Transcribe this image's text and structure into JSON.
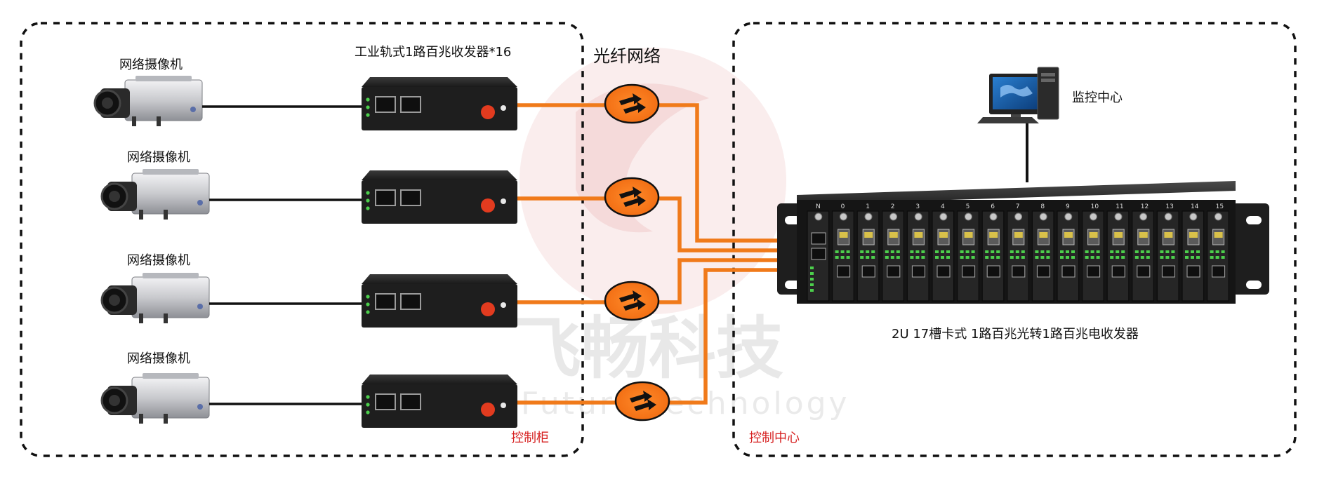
{
  "watermark": {
    "cn": "飞畅科技",
    "en": "Future Technology"
  },
  "zones": {
    "left_label": "控制柜",
    "right_label": "控制中心"
  },
  "labels": {
    "transceiver_group": "工业轨式1路百兆收发器*16",
    "fiber_network": "光纤网络",
    "monitor_center": "监控中心",
    "chassis": "2U 17槽卡式 1路百兆光转1路百兆电收发器"
  },
  "cameras": [
    {
      "label": "网络摄像机"
    },
    {
      "label": "网络摄像机"
    },
    {
      "label": "网络摄像机"
    },
    {
      "label": "网络摄像机"
    }
  ],
  "chassis_slots": [
    "N",
    "0",
    "1",
    "2",
    "3",
    "4",
    "5",
    "6",
    "7",
    "8",
    "9",
    "10",
    "11",
    "12",
    "13",
    "14",
    "15"
  ],
  "colors": {
    "fiber": "#f07a1a",
    "zone_label": "#d62020",
    "device_body": "#1e1e1e"
  }
}
